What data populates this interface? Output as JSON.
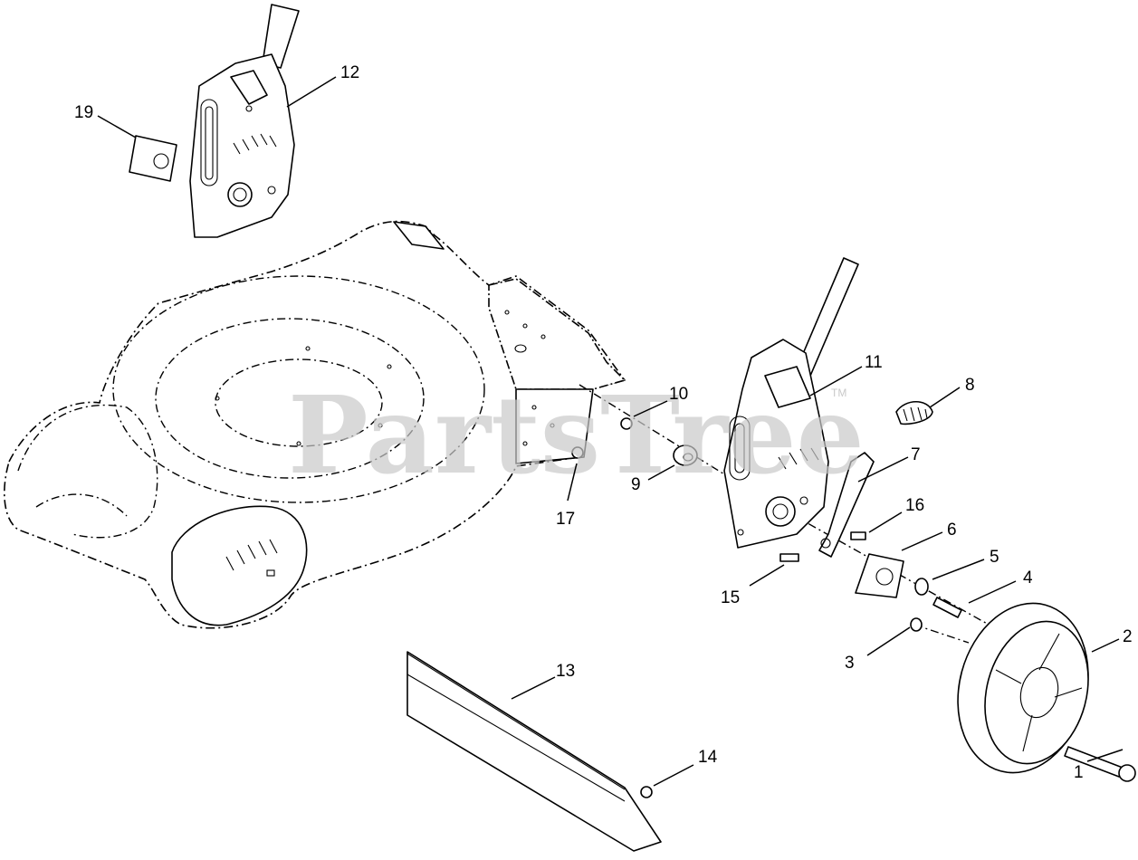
{
  "watermark": {
    "text": "PartsTree",
    "tm": "TM"
  },
  "callouts": [
    {
      "id": "1",
      "label": "1"
    },
    {
      "id": "2",
      "label": "2"
    },
    {
      "id": "3",
      "label": "3"
    },
    {
      "id": "4",
      "label": "4"
    },
    {
      "id": "5",
      "label": "5"
    },
    {
      "id": "6",
      "label": "6"
    },
    {
      "id": "7",
      "label": "7"
    },
    {
      "id": "8",
      "label": "8"
    },
    {
      "id": "9",
      "label": "9"
    },
    {
      "id": "10",
      "label": "10"
    },
    {
      "id": "11",
      "label": "11"
    },
    {
      "id": "12",
      "label": "12"
    },
    {
      "id": "13",
      "label": "13"
    },
    {
      "id": "14",
      "label": "14"
    },
    {
      "id": "15",
      "label": "15"
    },
    {
      "id": "16",
      "label": "16"
    },
    {
      "id": "17",
      "label": "17"
    },
    {
      "id": "19",
      "label": "19"
    }
  ]
}
